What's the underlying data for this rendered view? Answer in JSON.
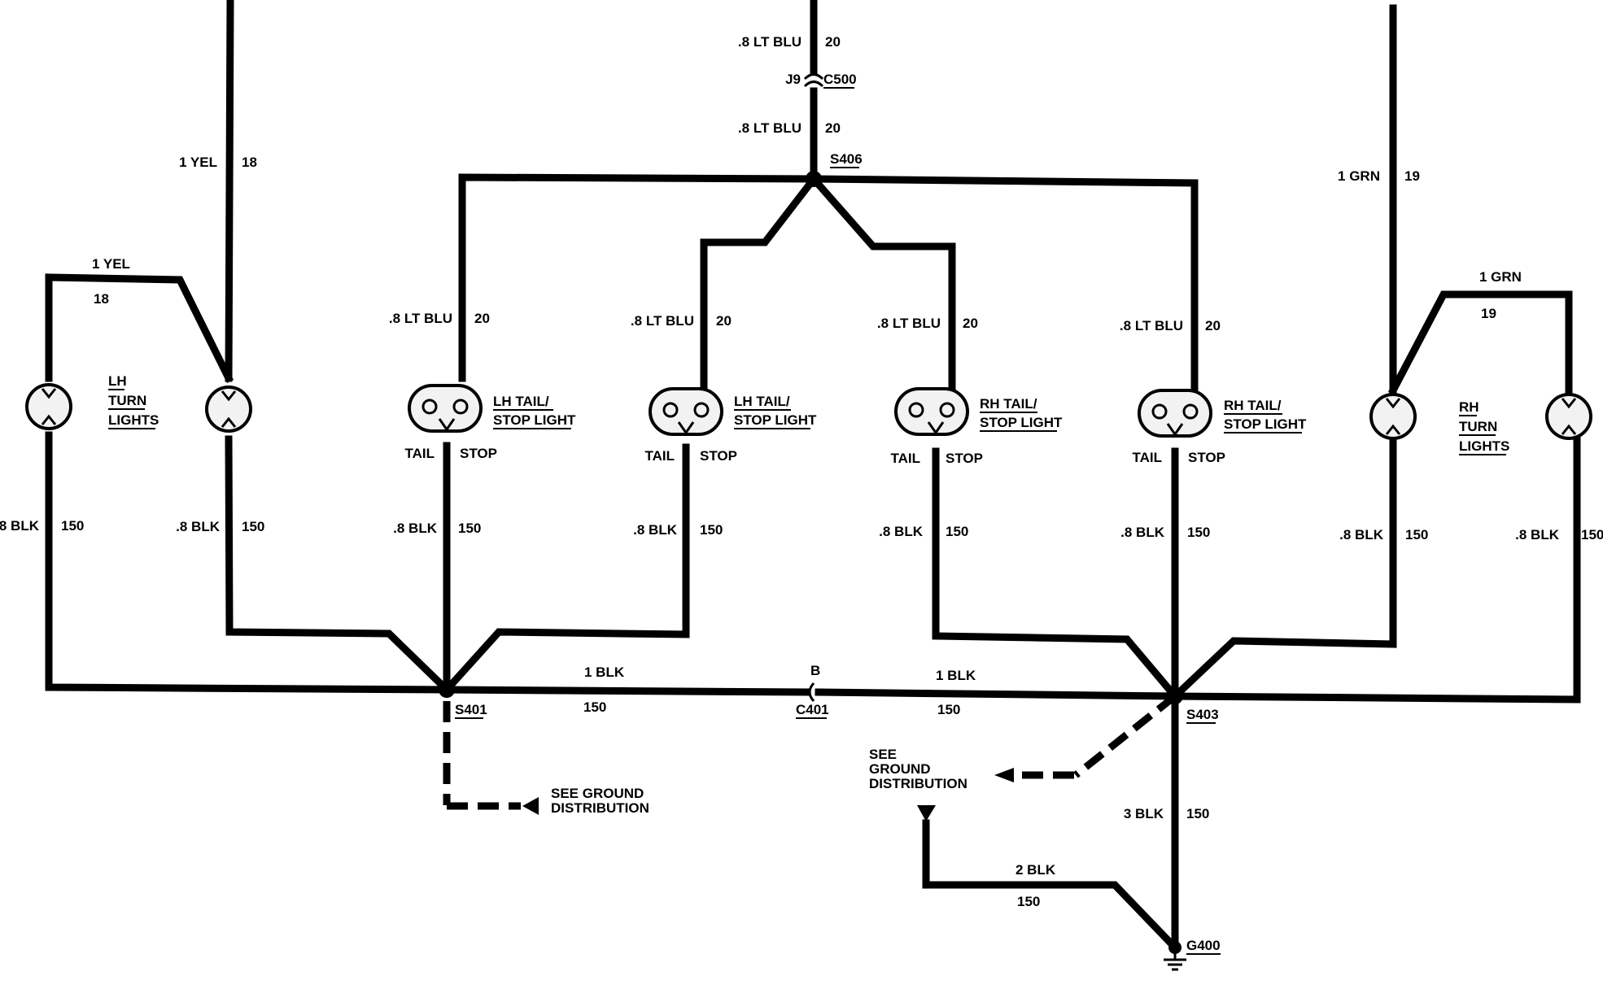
{
  "wires": {
    "lh_turn_feed_circuit": "1 YEL",
    "lh_turn_feed_number": "18",
    "lt_blu_circuit": ".8 LT BLU",
    "lt_blu_number": "20",
    "rh_turn_feed_circuit": "1 GRN",
    "rh_turn_feed_number": "19",
    "blk_small_circuit": ".8 BLK",
    "blk_number": "150",
    "blk_main_circuit": "1 BLK",
    "blk_3_circuit": "3 BLK",
    "blk_2_circuit": "2 BLK"
  },
  "connectors": {
    "c500": "C500",
    "c500_pin": "J9",
    "c401": "C401",
    "c401_pin": "B"
  },
  "splices": {
    "s406": "S406",
    "s401": "S401",
    "s403": "S403"
  },
  "ground": {
    "g400": "G400",
    "see_ground_line1": "SEE GROUND",
    "see_ground_line2": "DISTRIBUTION",
    "see_line1": "SEE",
    "ground_line2": "GROUND",
    "distribution_line3": "DISTRIBUTION"
  },
  "components": {
    "lh_turn_lights": [
      "LH",
      "TURN",
      "LIGHTS"
    ],
    "rh_turn_lights": [
      "RH",
      "TURN",
      "LIGHTS"
    ],
    "lh_tail_stop": [
      "LH TAIL/",
      "STOP LIGHT"
    ],
    "rh_tail_stop": [
      "RH TAIL/",
      "STOP LIGHT"
    ],
    "tail": "TAIL",
    "stop": "STOP"
  }
}
